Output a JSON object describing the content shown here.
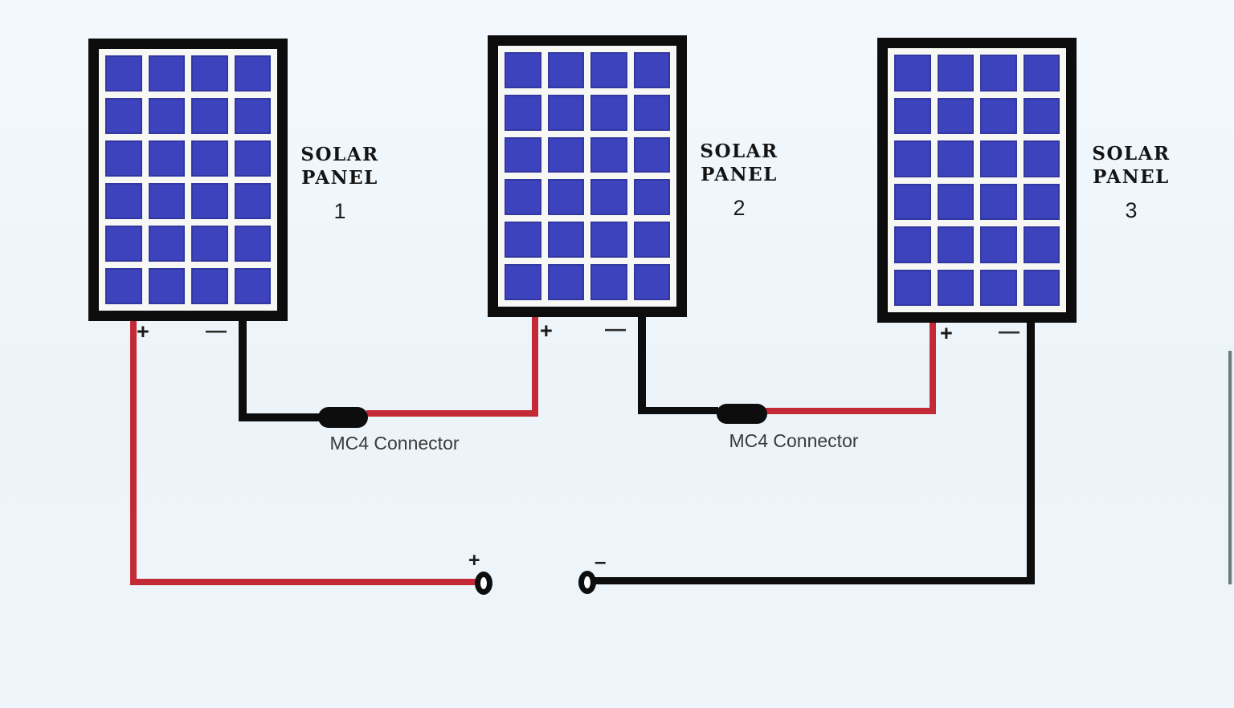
{
  "colors": {
    "background": "#eef5fb",
    "panel_border": "#0d0d0d",
    "panel_interior": "#f7f7f4",
    "cell_blue": "#3c43bd",
    "wire_red": "#c42a35",
    "wire_black": "#0d0d0d",
    "label_text": "#141414",
    "connector_label": "#3a3a3a",
    "scrollbar_gray": "#6e7b7b"
  },
  "grid": {
    "cols": 4,
    "rows": 6
  },
  "panels": [
    {
      "name_line1": "SOLAR",
      "name_line2": "PANEL",
      "number": "1",
      "positive_sign": "+",
      "negative_sign": "—"
    },
    {
      "name_line1": "SOLAR",
      "name_line2": "PANEL",
      "number": "2",
      "positive_sign": "+",
      "negative_sign": "—"
    },
    {
      "name_line1": "SOLAR",
      "name_line2": "PANEL",
      "number": "3",
      "positive_sign": "+",
      "negative_sign": "—"
    }
  ],
  "connectors": [
    {
      "label": "MC4 Connector"
    },
    {
      "label": "MC4 Connector"
    }
  ],
  "output": {
    "positive_sign": "+",
    "negative_sign": "–"
  }
}
